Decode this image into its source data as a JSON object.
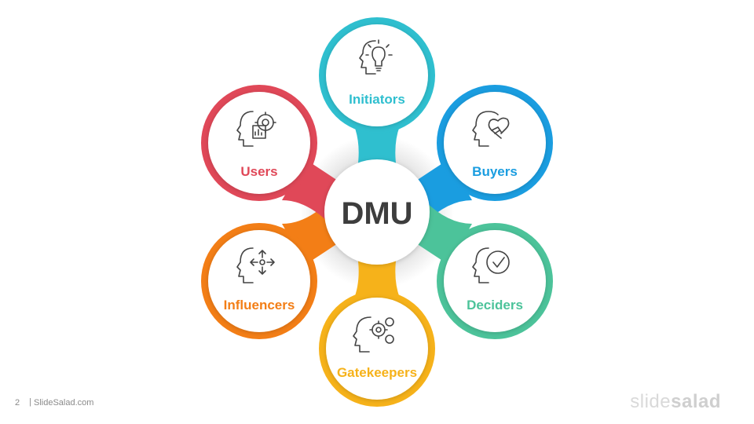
{
  "center": {
    "label": "DMU"
  },
  "roles": [
    {
      "id": "initiators",
      "label": "Initiators",
      "color": "#2fbfcf",
      "icon": "head-lightbulb-icon"
    },
    {
      "id": "buyers",
      "label": "Buyers",
      "color": "#1a9de0",
      "icon": "head-heart-handshake-icon"
    },
    {
      "id": "deciders",
      "label": "Deciders",
      "color": "#4cc39a",
      "icon": "head-checkmark-icon"
    },
    {
      "id": "gatekeepers",
      "label": "Gatekeepers",
      "color": "#f6b21a",
      "icon": "head-gears-icon"
    },
    {
      "id": "influencers",
      "label": "Influencers",
      "color": "#f37e16",
      "icon": "head-arrows-icon"
    },
    {
      "id": "users",
      "label": "Users",
      "color": "#e04858",
      "icon": "head-gear-chart-icon"
    }
  ],
  "footer": {
    "page_number": "2",
    "separator": "|",
    "source": "SlideSalad.com"
  },
  "logo": {
    "part1": "slide",
    "part2": "salad"
  }
}
